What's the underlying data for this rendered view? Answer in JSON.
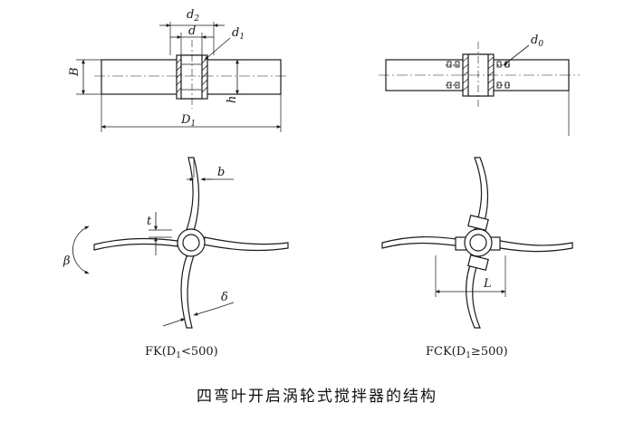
{
  "title": "四弯叶开启涡轮式搅拌器的结构",
  "top_left_labels": {
    "B": "B",
    "D1": "D",
    "D1_sub": "1",
    "d2": "d",
    "d2_sub": "2",
    "d": "d",
    "d1": "d",
    "d1_sub": "1",
    "h": "h"
  },
  "top_right_labels": {
    "d0": "d",
    "d0_sub": "0"
  },
  "bottom_left_labels": {
    "b": "b",
    "t": "t",
    "beta": "β",
    "delta": "δ"
  },
  "bottom_right_labels": {
    "L": "L"
  },
  "captions": {
    "left": "FK(D",
    "left_sub": "1",
    "left_tail": "<500)",
    "right": "FCK(D",
    "right_sub": "1",
    "right_tail": "≥500)"
  }
}
